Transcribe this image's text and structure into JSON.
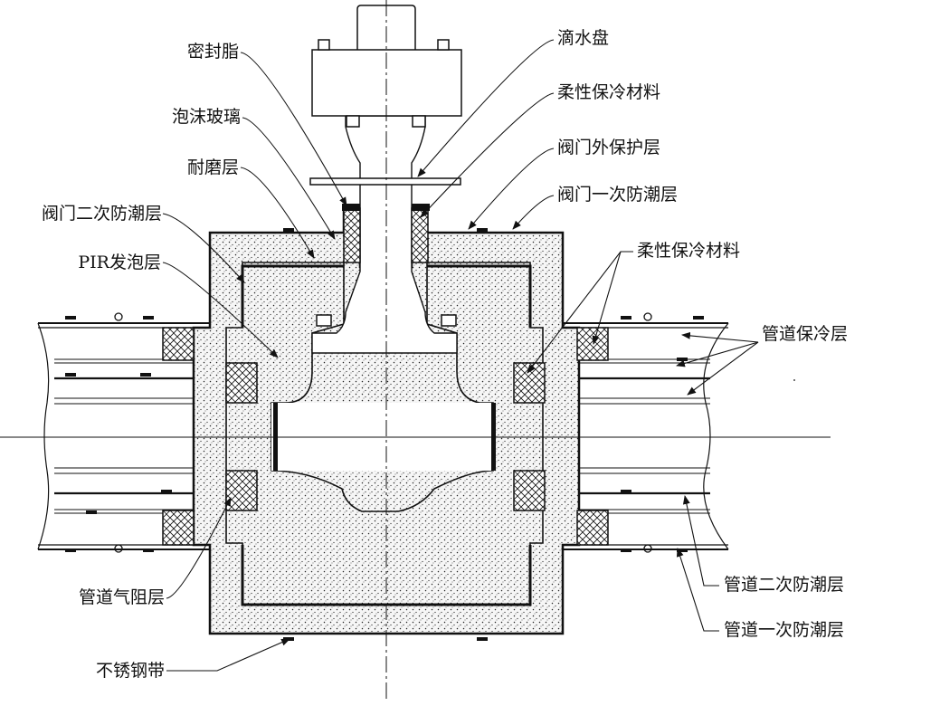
{
  "labels": {
    "mifengzhi": "密封脂",
    "paomoboli": "泡沫玻璃",
    "naimoceng": "耐磨层",
    "famen_erci_fangchao": "阀门二次防潮层",
    "pir_fapao": "PIR发泡层",
    "guandao_qizu": "管道气阻层",
    "buxiugang_dai": "不锈钢带",
    "dishuipan": "滴水盘",
    "rouxing_baoleng_1": "柔性保冷材料",
    "famen_waibaohu": "阀门外保护层",
    "famen_yici_fangchao": "阀门一次防潮层",
    "rouxing_baoleng_2": "柔性保冷材料",
    "guandao_baoleng": "管道保冷层",
    "guandao_erci_fangchao": "管道二次防潮层",
    "guandao_yici_fangchao": "管道一次防潮层"
  },
  "colors": {
    "line": "#111111",
    "insulation_fill": "#f4f4f4",
    "stipple": "#222222"
  }
}
